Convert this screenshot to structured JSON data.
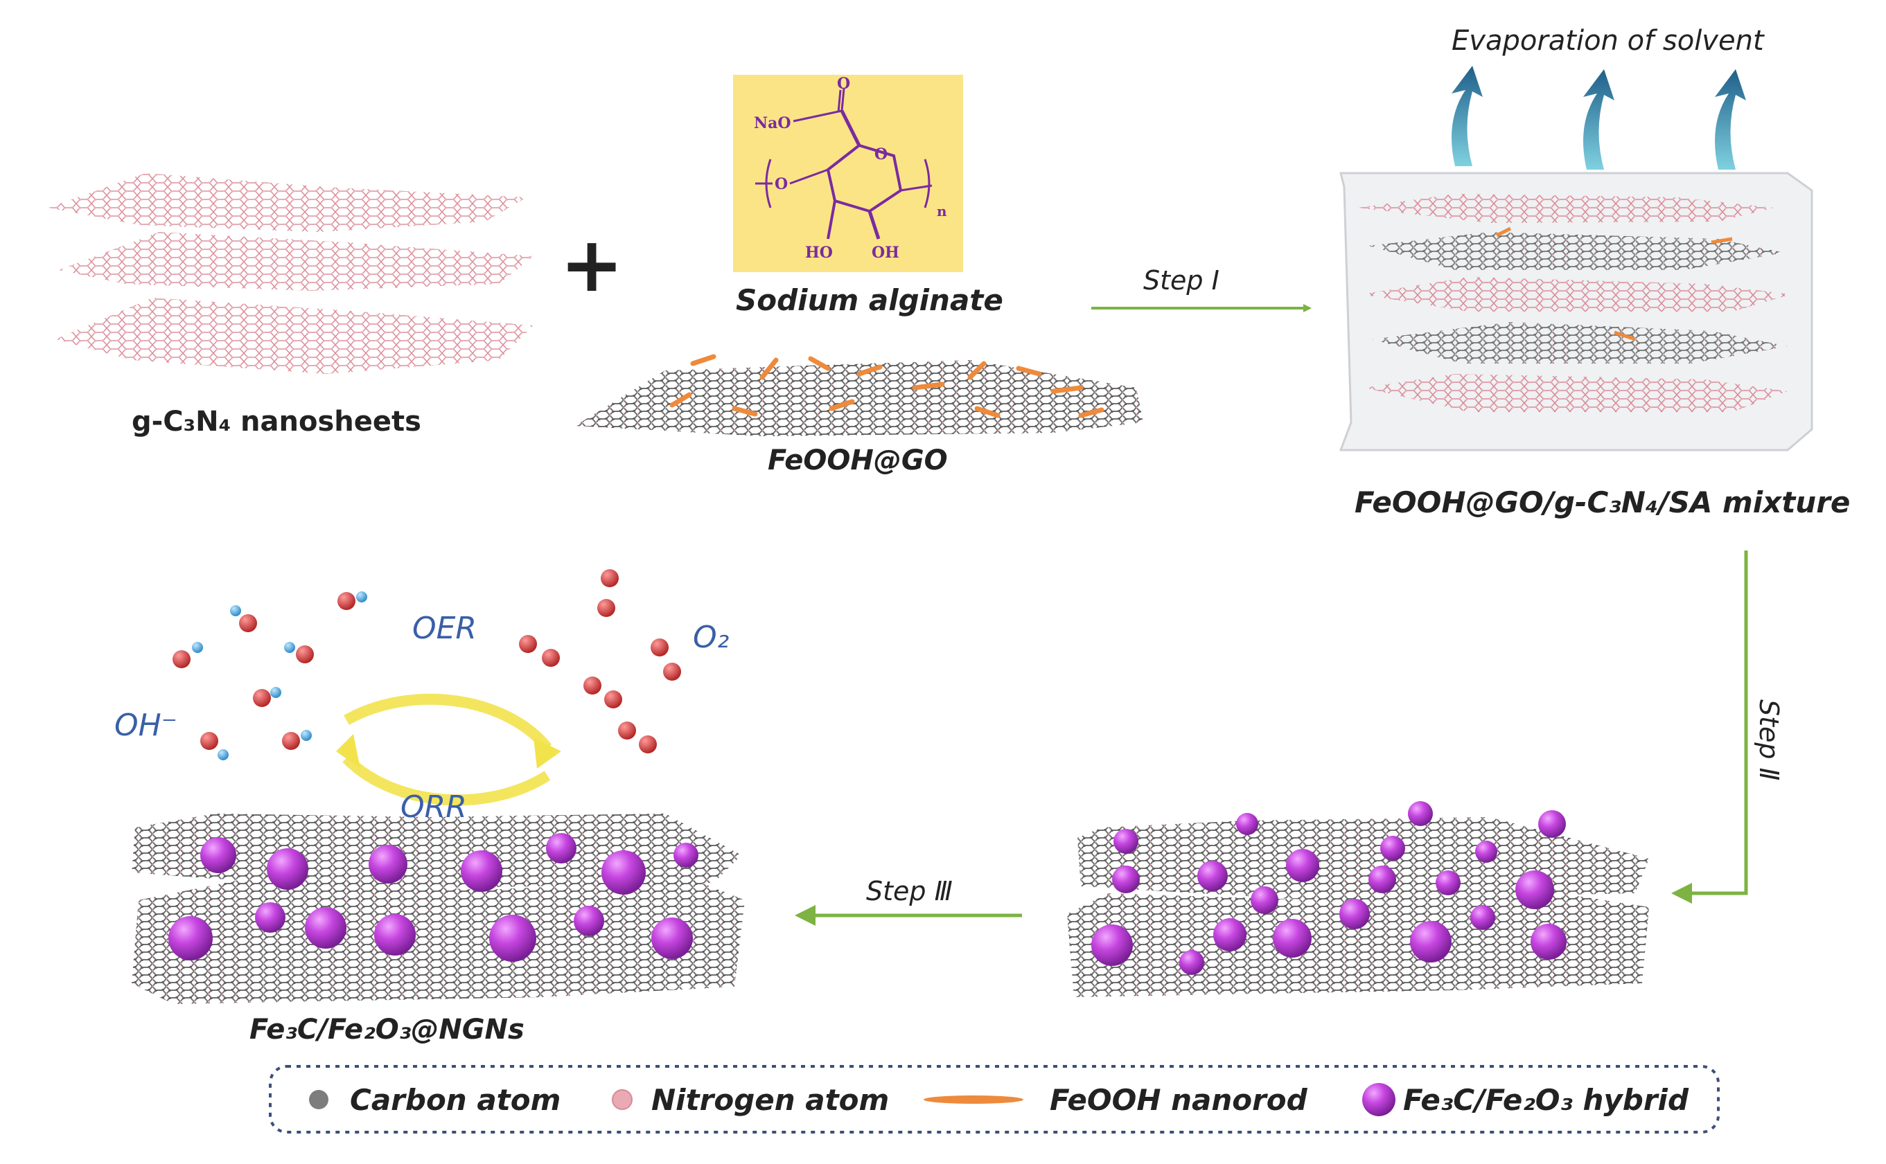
{
  "labels": {
    "g_c3n4": "g-C₃N₄ nanosheets",
    "sodium_alginate": "Sodium alginate",
    "feooh_go": "FeOOH@GO",
    "evaporation": "Evaporation of solvent",
    "mixture": "FeOOH@GO/g-C₃N₄/SA mixture",
    "product": "Fe₃C/Fe₂O₃@NGNs",
    "plus": "+"
  },
  "steps": {
    "step1": "Step Ⅰ",
    "step2": "Step Ⅱ",
    "step3": "Step Ⅲ"
  },
  "reaction": {
    "oer": "OER",
    "orr": "ORR",
    "oh": "OH⁻",
    "o2": "O₂"
  },
  "structure": {
    "nao": "NaO",
    "carbonyl_o": "O",
    "ring_o": "O",
    "bridge_o": "O",
    "ho": "HO",
    "oh": "OH",
    "n": "n"
  },
  "legend": {
    "carbon": "Carbon atom",
    "nitrogen": "Nitrogen atom",
    "feooh": "FeOOH nanorod",
    "hybrid": "Fe₃C/Fe₂O₃ hybrid"
  },
  "colors": {
    "carbon": "#7d7d7d",
    "nitrogen": "#e9aab4",
    "feooh": "#ee8a3c",
    "hybrid": "#b93ad6",
    "arrow_green": "#7cb342",
    "arrow_blue": "#2e6d8e",
    "cycle_yellow": "#f2e34c",
    "oxygen": "#d13c3c",
    "hydrogen": "#5aaee0",
    "alginate_bg": "#fbe486"
  }
}
